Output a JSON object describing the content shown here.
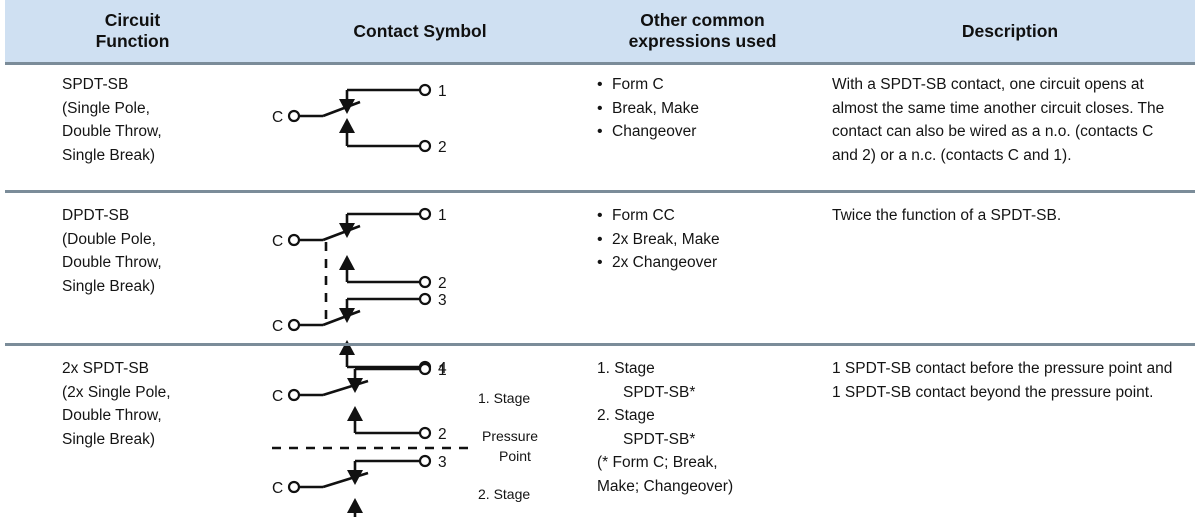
{
  "table": {
    "headers": [
      {
        "line1": "Circuit",
        "line2": "Function"
      },
      {
        "line1": "Contact Symbol",
        "line2": ""
      },
      {
        "line1": "Other common",
        "line2": "expressions used"
      },
      {
        "line1": "Description",
        "line2": ""
      }
    ],
    "rows": [
      {
        "function": [
          "SPDT-SB",
          "(Single Pole,",
          "Double Throw,",
          "Single Break)"
        ],
        "symbol": {
          "type": "spdt-sb",
          "common_labels": [
            "C"
          ],
          "terminals": [
            "1",
            "2"
          ],
          "annotations": []
        },
        "expressions": [
          "Form C",
          "Break, Make",
          "Changeover"
        ],
        "description": "With a SPDT-SB contact, one circuit opens at almost the same time another circuit closes. The contact can also be wired as a n.o. (contacts C and 2) or a n.c. (contacts C and 1)."
      },
      {
        "function": [
          "DPDT-SB",
          "(Double Pole,",
          "Double Throw,",
          "Single Break)"
        ],
        "symbol": {
          "type": "dpdt-sb",
          "common_labels": [
            "C",
            "C"
          ],
          "terminals": [
            "1",
            "2",
            "3",
            "4"
          ],
          "annotations": []
        },
        "expressions": [
          "Form CC",
          "2x Break, Make",
          "2x Changeover"
        ],
        "description": "Twice the function of a SPDT-SB."
      },
      {
        "function": [
          "2x SPDT-SB",
          "(2x Single Pole,",
          "Double Throw,",
          "Single Break)"
        ],
        "symbol": {
          "type": "2x-spdt-sb",
          "common_labels": [
            "C",
            "C"
          ],
          "terminals": [
            "1",
            "2",
            "3",
            "4"
          ],
          "annotations": [
            "1. Stage",
            "Pressure",
            "Point",
            "2. Stage"
          ]
        },
        "expressions_numbered": [
          {
            "head": "1. Stage",
            "sub": "SPDT-SB*"
          },
          {
            "head": "2. Stage",
            "sub": "SPDT-SB*"
          }
        ],
        "expressions_note": [
          "(* Form C; Break,",
          "Make; Changeover)"
        ],
        "description": "1 SPDT-SB contact before the pressure point and 1 SPDT-SB contact beyond the pressure point."
      }
    ]
  },
  "colors": {
    "header_background": "#cfe0f2",
    "rule": "#7b8c99",
    "text": "#141414",
    "symbol_stroke": "#111111"
  }
}
